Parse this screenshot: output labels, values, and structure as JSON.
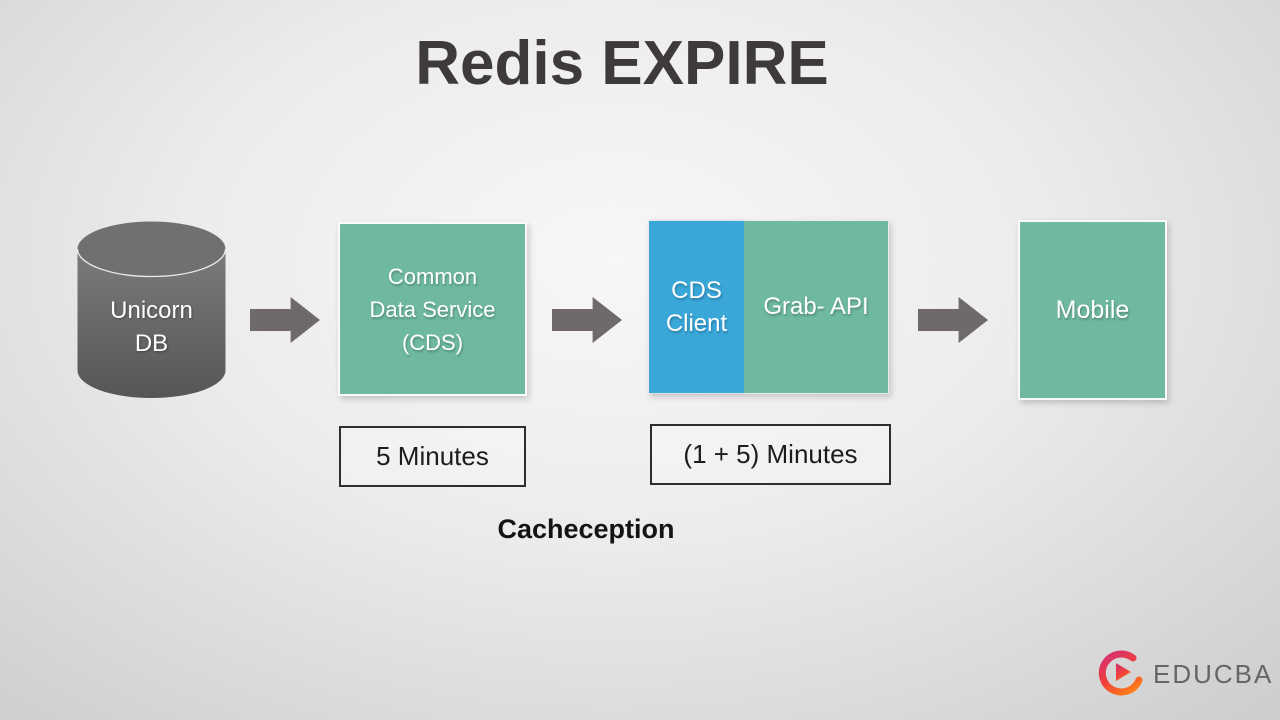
{
  "title": "Redis EXPIRE",
  "nodes": {
    "db": {
      "line1": "Unicorn",
      "line2": "DB"
    },
    "cds": {
      "line1": "Common",
      "line2": "Data Service",
      "line3": "(CDS)"
    },
    "cds_client": {
      "line1": "CDS",
      "line2": "Client"
    },
    "grab_api": {
      "label": "Grab- API"
    },
    "mobile": {
      "label": "Mobile"
    }
  },
  "annotations": {
    "cds_ttl": "5 Minutes",
    "pipeline_ttl": "(1 + 5) Minutes",
    "caption": "Cacheception"
  },
  "branding": {
    "logo_text": "EDUCBA",
    "logo_icon": "educba-play-swirl-icon"
  },
  "colors": {
    "box_green": "#6fb9a2",
    "box_blue": "#3aa7d9",
    "arrow_gray": "#6f6969",
    "cylinder_gray": "#6b6b6b",
    "title_text": "#3e3a3a",
    "logo_text_gray": "#666666"
  }
}
